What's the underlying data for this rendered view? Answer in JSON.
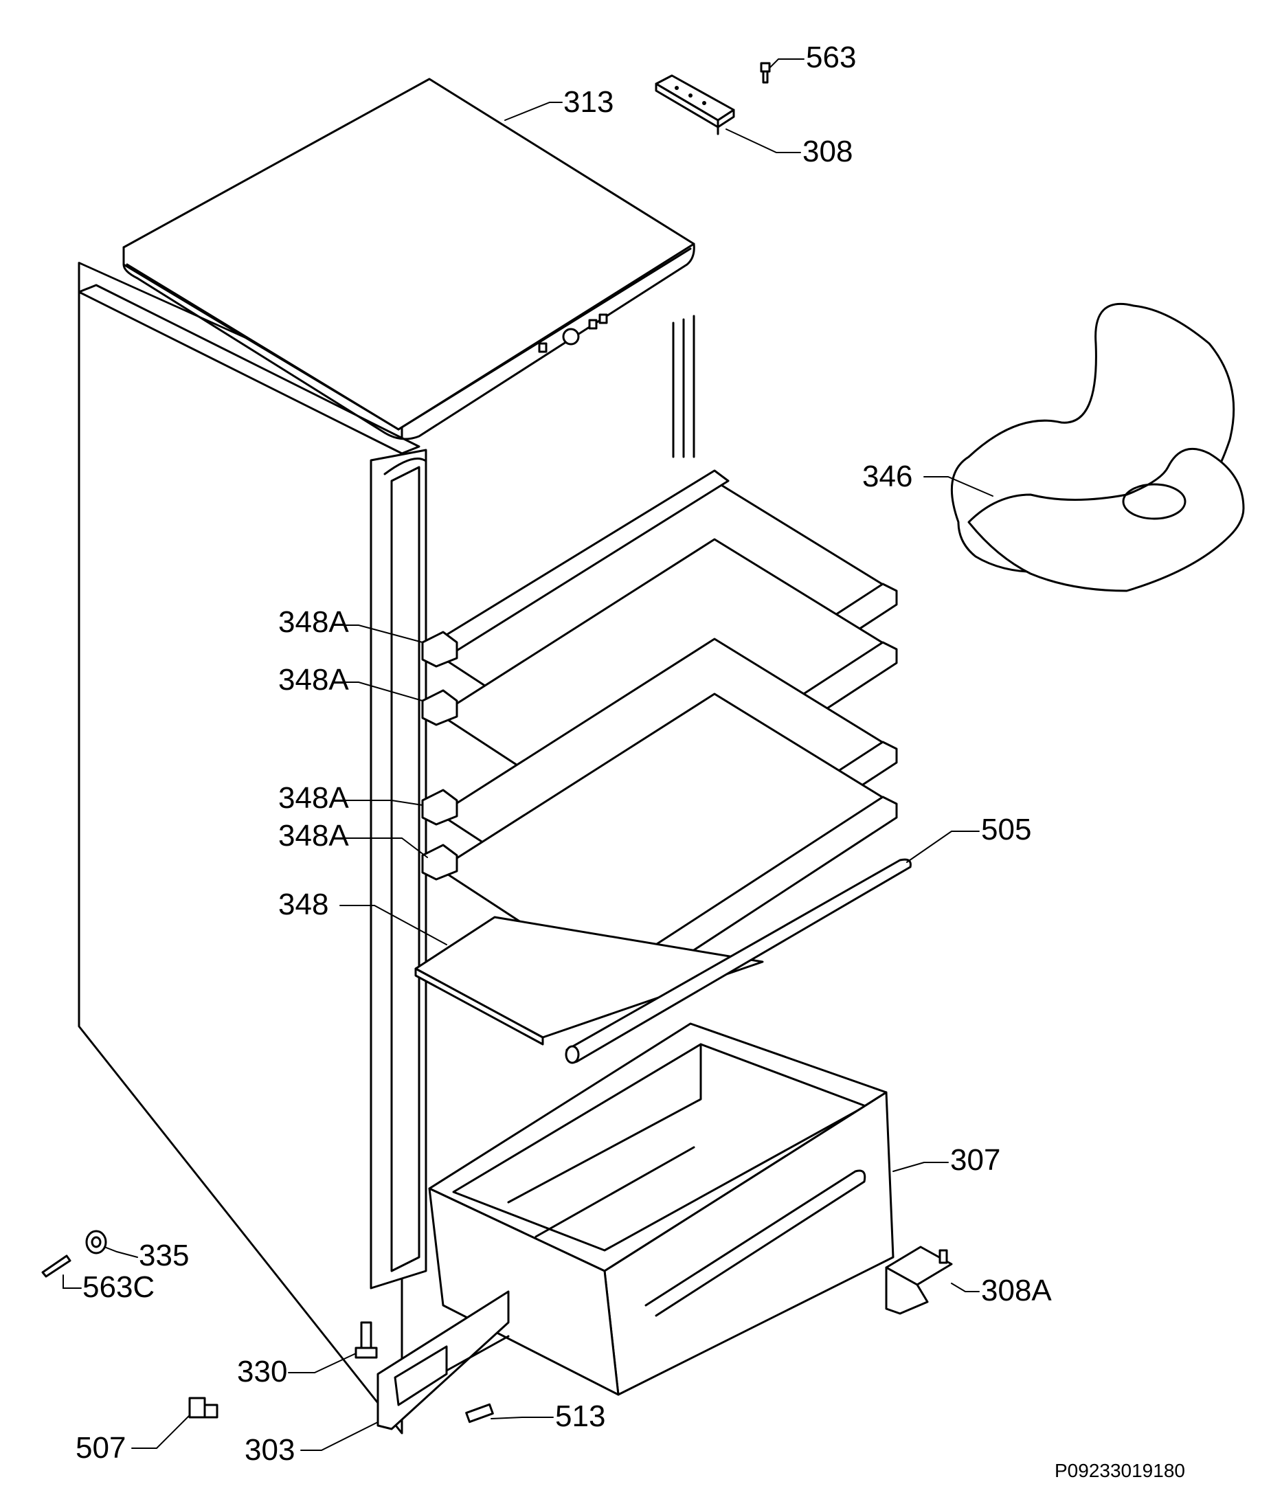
{
  "labels": {
    "l563": "563",
    "l313": "313",
    "l308": "308",
    "l346": "346",
    "l348a_1": "348A",
    "l348a_2": "348A",
    "l348a_3": "348A",
    "l348a_4": "348A",
    "l505": "505",
    "l348": "348",
    "l307": "307",
    "l335": "335",
    "l563c": "563C",
    "l308a": "308A",
    "l330": "330",
    "l513": "513",
    "l507": "507",
    "l303": "303"
  },
  "reference_code": "P09233019180"
}
